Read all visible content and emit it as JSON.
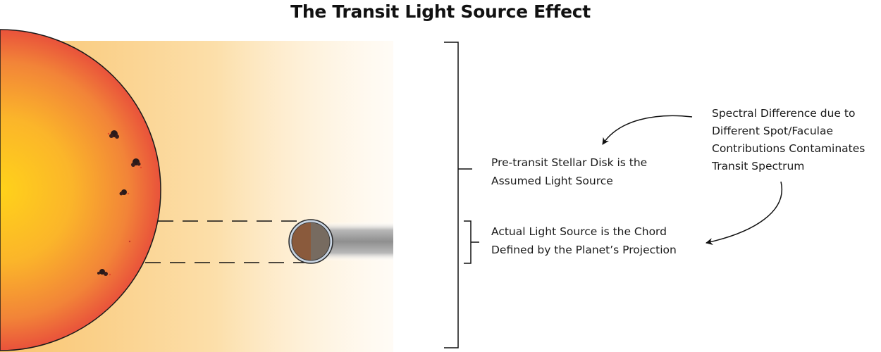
{
  "title": "The Transit Light Source Effect",
  "labels": {
    "assumed_source": [
      "Pre-transit Stellar Disk is the",
      "Assumed Light Source"
    ],
    "actual_source": [
      "Actual Light Source is the Chord",
      "Defined by the Planet’s Projection"
    ],
    "spectral_difference": [
      "Spectral Difference due to",
      "Different Spot/Faculae",
      "Contributions Contaminates",
      "Transit Spectrum"
    ]
  },
  "colors": {
    "star_core": "#ffd21a",
    "star_mid": "#f7a52a",
    "star_limb": "#ea5a3c",
    "background_glow": "#fbd394",
    "planet_dark": "#8a5a3c",
    "planet_light": "#7a6e62",
    "planet_rim": "#c8d4e2",
    "shadow": "#9a9a9a"
  }
}
